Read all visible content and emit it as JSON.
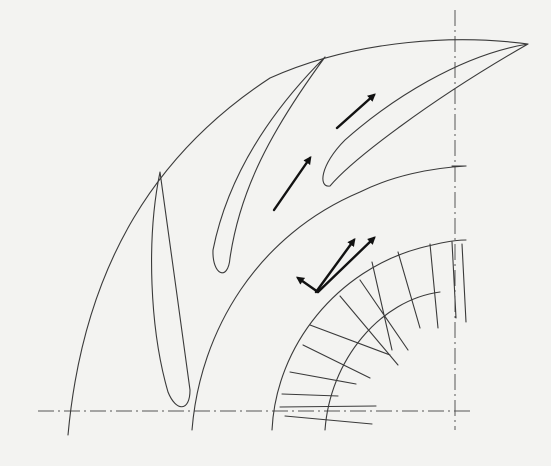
{
  "figure": {
    "background": "#f3f3f1",
    "line_color": "#3a3a3a",
    "arrow_color": "#111111",
    "components": [
      "impeller-blades",
      "vaned-diffuser",
      "diffuser-vanes",
      "flow-arrows",
      "centerlines"
    ]
  }
}
